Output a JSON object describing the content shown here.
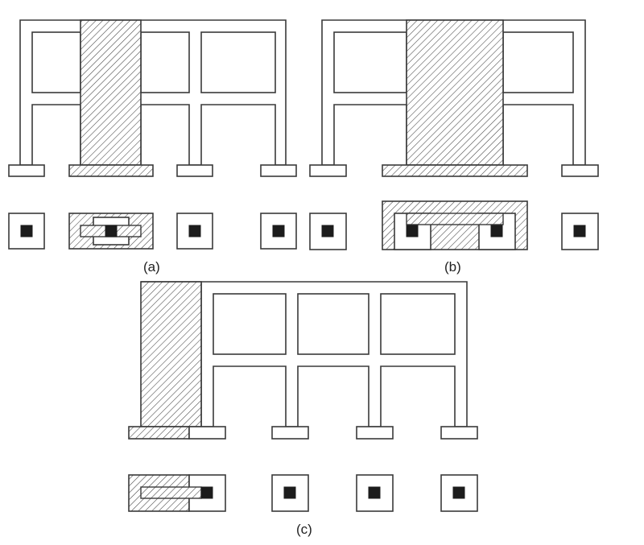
{
  "figure": {
    "panels": [
      {
        "id": "a",
        "label": "(a)"
      },
      {
        "id": "b",
        "label": "(b)"
      },
      {
        "id": "c",
        "label": "(c)"
      }
    ],
    "colors": {
      "line": "#3a3a3a",
      "column": "#1c1c1c",
      "background": "#ffffff"
    }
  }
}
